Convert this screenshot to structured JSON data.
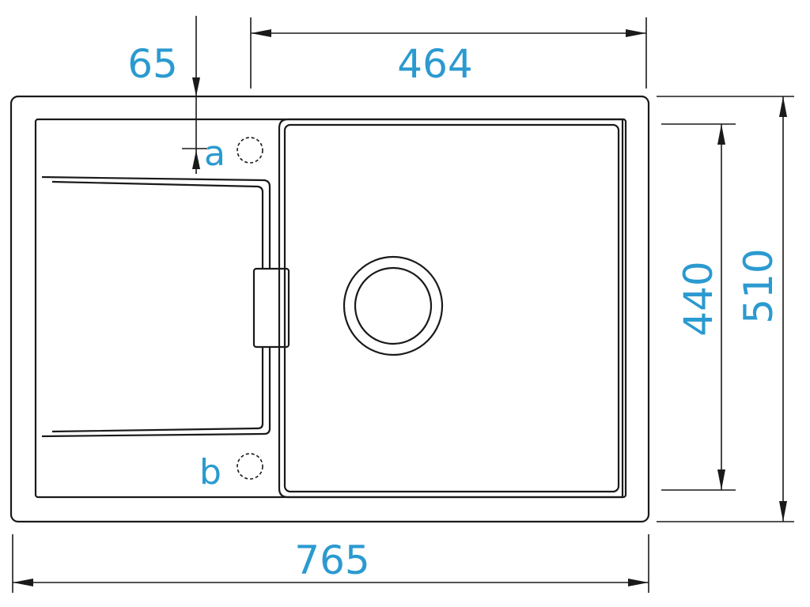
{
  "colors": {
    "dimension_text": "#2b9ad0",
    "outline": "#1a1a1a",
    "background": "#ffffff"
  },
  "dimensions": {
    "top_offset": "65",
    "bowl_width": "464",
    "total_width": "765",
    "bowl_depth": "440",
    "total_depth": "510"
  },
  "tap_holes": {
    "a_label": "a",
    "b_label": "b"
  }
}
